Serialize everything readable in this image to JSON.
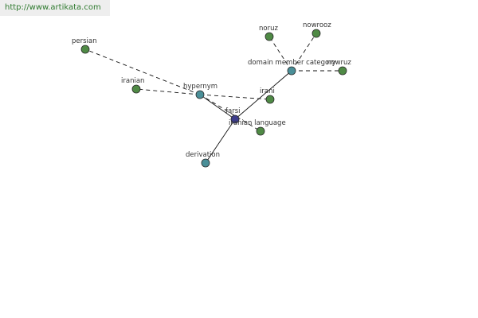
{
  "watermark": {
    "text": "http://www.artikata.com"
  },
  "colors": {
    "center_node": "#3d3d8c",
    "relation_node": "#4a8f98",
    "word_node": "#4f8a45",
    "watermark_text": "#2f7a2f",
    "watermark_bg": "#eeeeee"
  },
  "graph": {
    "nodes": [
      {
        "id": "farsi",
        "label": "farsi",
        "kind": "center"
      },
      {
        "id": "hypernym",
        "label": "hypernym",
        "kind": "relation"
      },
      {
        "id": "domain-member-category",
        "label": "domain member category",
        "kind": "relation"
      },
      {
        "id": "derivation",
        "label": "derivation",
        "kind": "relation"
      },
      {
        "id": "persian",
        "label": "persian",
        "kind": "word"
      },
      {
        "id": "iranian",
        "label": "iranian",
        "kind": "word"
      },
      {
        "id": "irani",
        "label": "irani",
        "kind": "word"
      },
      {
        "id": "iranian-language",
        "label": "iranian language",
        "kind": "word"
      },
      {
        "id": "noruz",
        "label": "noruz",
        "kind": "word"
      },
      {
        "id": "nowrooz",
        "label": "nowrooz",
        "kind": "word"
      },
      {
        "id": "nowruz",
        "label": "nowruz",
        "kind": "word"
      }
    ],
    "edges": [
      {
        "from": "farsi",
        "to": "hypernym",
        "style": "solid"
      },
      {
        "from": "farsi",
        "to": "domain-member-category",
        "style": "solid"
      },
      {
        "from": "farsi",
        "to": "derivation",
        "style": "solid"
      },
      {
        "from": "hypernym",
        "to": "persian",
        "style": "dashed"
      },
      {
        "from": "hypernym",
        "to": "iranian",
        "style": "dashed"
      },
      {
        "from": "hypernym",
        "to": "irani",
        "style": "dashed"
      },
      {
        "from": "hypernym",
        "to": "iranian-language",
        "style": "dashed"
      },
      {
        "from": "domain-member-category",
        "to": "noruz",
        "style": "dashed"
      },
      {
        "from": "domain-member-category",
        "to": "nowrooz",
        "style": "dashed"
      },
      {
        "from": "domain-member-category",
        "to": "nowruz",
        "style": "dashed"
      }
    ]
  }
}
